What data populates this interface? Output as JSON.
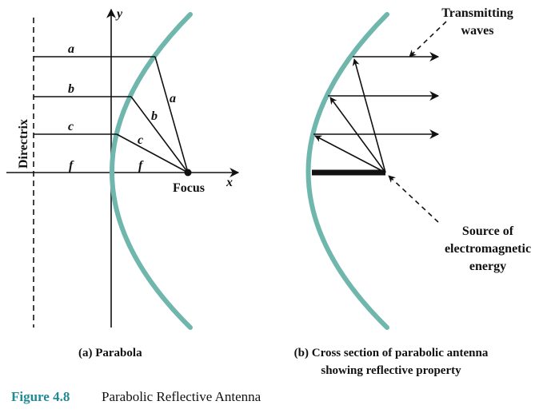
{
  "colors": {
    "curve": "#6fb6ad",
    "ink": "#111111",
    "figure_number": "#1f8a92"
  },
  "left_panel": {
    "axis_y": "y",
    "axis_x": "x",
    "directrix": "Directrix",
    "focus": "Focus",
    "seg_a": "a",
    "seg_b": "b",
    "seg_c": "c",
    "seg_f": "f",
    "caption": "(a) Parabola"
  },
  "right_panel": {
    "transmitting_line1": "Transmitting",
    "transmitting_line2": "waves",
    "source_line1": "Source of",
    "source_line2": "electromagnetic",
    "source_line3": "energy",
    "caption_line1": "(b) Cross section of parabolic antenna",
    "caption_line2": "showing reflective property"
  },
  "figure": {
    "number": "Figure 4.8",
    "title": "Parabolic Reflective Antenna"
  }
}
